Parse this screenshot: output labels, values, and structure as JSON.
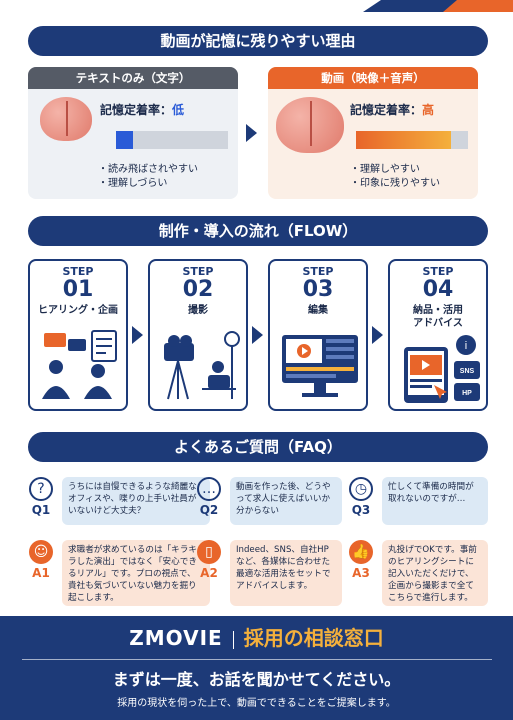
{
  "memory_section": {
    "title": "動画が記憶に残りやすい理由",
    "text_panel": {
      "header": "テキストのみ（文字）",
      "rate_label": "記憶定着率：",
      "rate_value": "低",
      "rate_level": 0.15,
      "bullets": [
        "読み飛ばされやすい",
        "理解しづらい"
      ]
    },
    "video_panel": {
      "header": "動画（映像＋音声）",
      "rate_label": "記憶定着率：",
      "rate_value": "高",
      "rate_level": 0.85,
      "bullets": [
        "理解しやすい",
        "印象に残りやすい"
      ]
    }
  },
  "flow_section": {
    "title": "制作・導入の流れ（FLOW）",
    "steps": [
      {
        "label": "STEP",
        "num": "01",
        "title": "ヒアリング・企画"
      },
      {
        "label": "STEP",
        "num": "02",
        "title": "撮影"
      },
      {
        "label": "STEP",
        "num": "03",
        "title": "編集"
      },
      {
        "label": "STEP",
        "num": "04",
        "title": "納品・活用\nアドバイス"
      }
    ],
    "step4_icons": [
      "SNS",
      "HP"
    ]
  },
  "faq_section": {
    "title": "よくあるご質問（FAQ）",
    "items": [
      {
        "q_id": "Q1",
        "q": "うちには自慢できるような綺麗なオフィスや、喋りの上手い社員がいないけど大丈夫？",
        "a_id": "A1",
        "a": "求職者が求めているのは「キラキラした演出」ではなく「安心できるリアル」です。プロの視点で、貴社も気づいていない魅力を掘り起こします。"
      },
      {
        "q_id": "Q2",
        "q": "動画を作った後、どうやって求人に使えばいいか分からない",
        "a_id": "A2",
        "a": "Indeed、SNS、自社HPなど、各媒体に合わせた最適な活用法をセットでアドバイスします。"
      },
      {
        "q_id": "Q3",
        "q": "忙しくて準備の時間が取れないのですが…",
        "a_id": "A3",
        "a": "丸投げでOKです。事前のヒアリングシートに記入いただくだけで、企画から撮影まで全てこちらで進行します。"
      }
    ]
  },
  "footer": {
    "brand": "ZMOVIE",
    "tagline": "採用の相談窓口",
    "headline": "まずは一度、お話を聞かせてください。",
    "sub": "採用の現状を伺った上で、動画でできることをご提案します。"
  },
  "colors": {
    "navy": "#1d3a78",
    "orange": "#e8652a",
    "blue": "#2a5bd7"
  }
}
